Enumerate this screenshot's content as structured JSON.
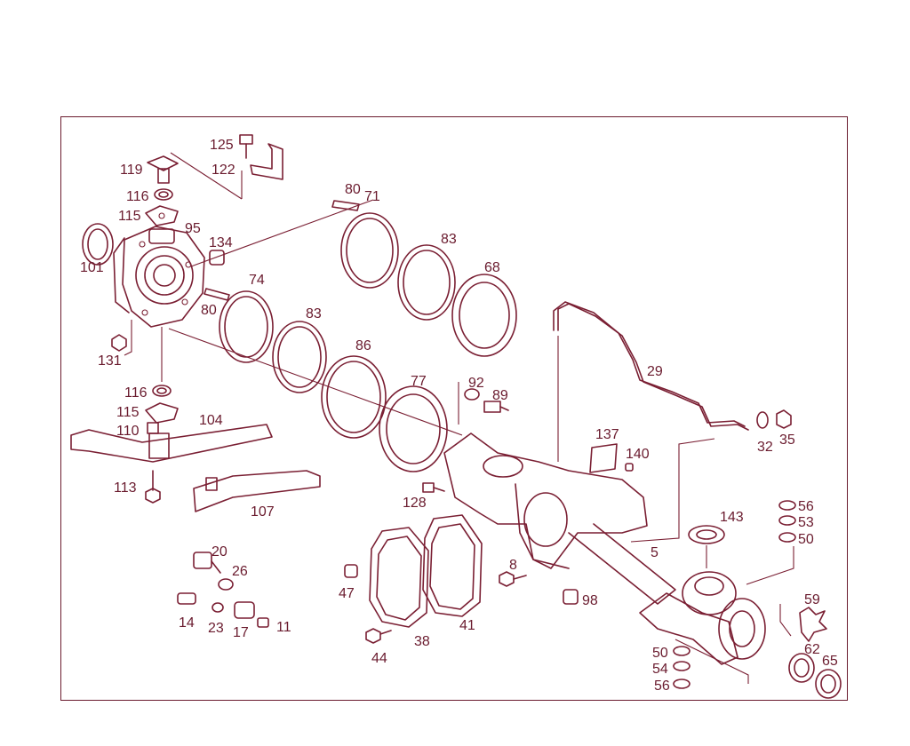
{
  "colors": {
    "ink": "#7a1f33",
    "background": "#ffffff"
  },
  "labels": {
    "p125": "125",
    "p119": "119",
    "p122": "122",
    "p116a": "116",
    "p115a": "115",
    "p95": "95",
    "p101": "101",
    "p134": "134",
    "p80a": "80",
    "p71": "71",
    "p83a": "83",
    "p68": "68",
    "p74": "74",
    "p80b": "80",
    "p83b": "83",
    "p131": "131",
    "p86": "86",
    "p92": "92",
    "p89": "89",
    "p77": "77",
    "p29": "29",
    "p32": "32",
    "p35": "35",
    "p116b": "116",
    "p115b": "115",
    "p104": "104",
    "p110": "110",
    "p137": "137",
    "p140": "140",
    "p113": "113",
    "p107": "107",
    "p128": "128",
    "p143": "143",
    "p56a": "56",
    "p53": "53",
    "p50a": "50",
    "p5": "5",
    "p20": "20",
    "p26": "26",
    "p8": "8",
    "p47": "47",
    "p98": "98",
    "p59": "59",
    "p14": "14",
    "p23": "23",
    "p17": "17",
    "p11": "11",
    "p41": "41",
    "p38": "38",
    "p44": "44",
    "p62": "62",
    "p65": "65",
    "p50b": "50",
    "p54": "54",
    "p56b": "56"
  }
}
